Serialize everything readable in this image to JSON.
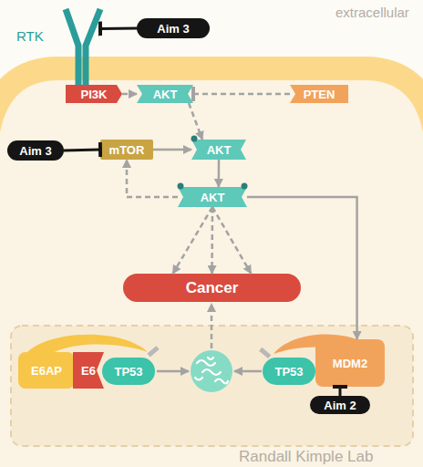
{
  "diagram": {
    "nodes": [
      {
        "text": [
          "RTK"
        ]
      },
      {
        "text": [
          "Aim 3"
        ]
      },
      {
        "text": [
          "PI3K"
        ]
      },
      {
        "text": [
          "AKT"
        ]
      },
      {
        "text": [
          "PTEN"
        ]
      },
      {
        "text": [
          "Aim 3"
        ]
      },
      {
        "text": [
          "mTOR"
        ]
      },
      {
        "text": [
          "AKT"
        ]
      },
      {
        "text": [
          "AKT"
        ]
      },
      {
        "text": [
          "Cancer"
        ]
      },
      {
        "text": [
          "E6AP"
        ]
      },
      {
        "text": [
          "E6"
        ]
      },
      {
        "text": [
          "TP53"
        ]
      },
      {
        "text": [
          "TP53"
        ]
      },
      {
        "text": [
          "MDM2"
        ]
      },
      {
        "text": [
          "Aim 2"
        ]
      }
    ],
    "edges": [
      {
        "from": 1,
        "to": 0,
        "arrow": "to"
      },
      {
        "from": 2,
        "to": 3,
        "arrow": "to"
      },
      {
        "from": 4,
        "to": 3,
        "arrow": "to"
      },
      {
        "from": 3,
        "to": 7,
        "arrow": "to"
      },
      {
        "from": 5,
        "to": 6,
        "arrow": "to"
      },
      {
        "from": 6,
        "to": 7,
        "arrow": "to"
      },
      {
        "from": 7,
        "to": 8,
        "arrow": "to"
      },
      {
        "from": 8,
        "to": 6,
        "arrow": "to"
      },
      {
        "from": 8,
        "to": 9,
        "arrow": "to"
      },
      {
        "from": 8,
        "to": 9,
        "arrow": "to"
      },
      {
        "from": 8,
        "to": 9,
        "arrow": "to"
      },
      {
        "from": 8,
        "to": 14,
        "arrow": "to"
      },
      {
        "from": 15,
        "to": 14,
        "arrow": "to"
      }
    ],
    "labels": [
      "extracellular",
      "Randall Kimple Lab"
    ]
  }
}
